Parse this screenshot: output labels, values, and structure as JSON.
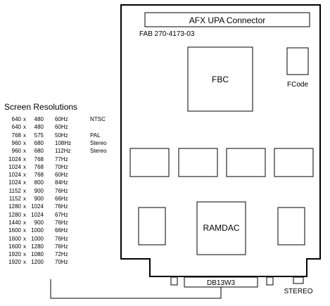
{
  "board": {
    "connector_title": "AFX UPA Connector",
    "fab_number": "FAB 270-4173-03",
    "fbc_label": "FBC",
    "fcode_label": "FCode",
    "ramdac_label": "RAMDAC",
    "db13w3_label": "DB13W3",
    "stereo_label": "STEREO"
  },
  "resolutions": {
    "title": "Screen Resolutions",
    "rows": [
      {
        "w": "640",
        "x": "x",
        "h": "480",
        "rate": "60Hz",
        "note": "NTSC"
      },
      {
        "w": "640",
        "x": "x",
        "h": "480",
        "rate": "60Hz",
        "note": ""
      },
      {
        "w": "768",
        "x": "x",
        "h": "575",
        "rate": "50Hz",
        "note": "PAL"
      },
      {
        "w": "960",
        "x": "x",
        "h": "680",
        "rate": "108Hz",
        "note": "Stereo"
      },
      {
        "w": "960",
        "x": "x",
        "h": "680",
        "rate": "112Hz",
        "note": "Stereo"
      },
      {
        "w": "1024",
        "x": "x",
        "h": "768",
        "rate": "77Hz",
        "note": ""
      },
      {
        "w": "1024",
        "x": "x",
        "h": "768",
        "rate": "70Hz",
        "note": ""
      },
      {
        "w": "1024",
        "x": "x",
        "h": "768",
        "rate": "60Hz",
        "note": ""
      },
      {
        "w": "1024",
        "x": "x",
        "h": "800",
        "rate": "84Hz",
        "note": ""
      },
      {
        "w": "1152",
        "x": "x",
        "h": "900",
        "rate": "76Hz",
        "note": ""
      },
      {
        "w": "1152",
        "x": "x",
        "h": "900",
        "rate": "66Hz",
        "note": ""
      },
      {
        "w": "1280",
        "x": "x",
        "h": "1024",
        "rate": "76Hz",
        "note": ""
      },
      {
        "w": "1280",
        "x": "x",
        "h": "1024",
        "rate": "67Hz",
        "note": ""
      },
      {
        "w": "1440",
        "x": "x",
        "h": "900",
        "rate": "76Hz",
        "note": ""
      },
      {
        "w": "1600",
        "x": "x",
        "h": "1000",
        "rate": "66Hz",
        "note": ""
      },
      {
        "w": "1600",
        "x": "x",
        "h": "1000",
        "rate": "76Hz",
        "note": ""
      },
      {
        "w": "1600",
        "x": "x",
        "h": "1280",
        "rate": "76Hz",
        "note": ""
      },
      {
        "w": "1920",
        "x": "x",
        "h": "1080",
        "rate": "72Hz",
        "note": ""
      },
      {
        "w": "1920",
        "x": "x",
        "h": "1200",
        "rate": "70Hz",
        "note": ""
      }
    ]
  }
}
